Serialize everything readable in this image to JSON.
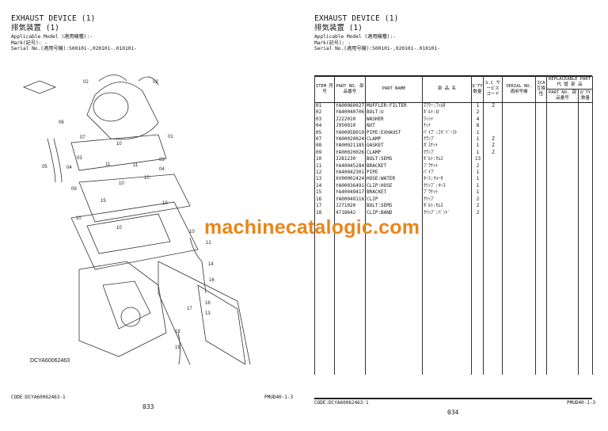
{
  "left_page": {
    "title_en": "EXHAUST DEVICE (1)",
    "title_jp": "排気装置 (1)",
    "applicable_model": "Applicable Model (適用機種):-",
    "mark": "Mark(記号): -",
    "serial": "Serial No.(適用号機):500101-,020101-.010101-",
    "diagram_code": "DCYA60062463",
    "code": "CODE:DCYA60062463-1",
    "model_ref": "PMUD40-1-3",
    "page_number": "033",
    "callouts": [
      "02",
      "02",
      "06",
      "07",
      "01",
      "10",
      "05",
      "03",
      "04",
      "11",
      "11",
      "03",
      "04",
      "10",
      "10",
      "09",
      "15",
      "10",
      "10",
      "10",
      "10",
      "12",
      "14",
      "16",
      "17",
      "16",
      "13",
      "18",
      "19"
    ]
  },
  "right_page": {
    "title_en": "EXHAUST DEVICE (1)",
    "title_jp": "排気装置 (1)",
    "applicable_model": "Applicable Model (適用機種):-",
    "mark": "Mark(記号): -",
    "serial": "Serial No.(適用号機):500101-,020101-.010101-",
    "code": "CODE:DCYA60062463-1",
    "model_ref": "PMUD40-1-3",
    "page_number": "034",
    "headers": {
      "item": "ITEM 符号",
      "part_no": "PART NO. 部品番号",
      "part_name": "PART NAME",
      "jp_name": "部 品 名",
      "qty": "Q'TY 数量",
      "sc": "S.C サービス コード",
      "serial": "SERIAL NO. 適用号機",
      "ica": "ICA 互換性",
      "replaceable": "REPLACEABLE PART 代 替 部 品",
      "rep_part_no": "PART NO. 部品番号",
      "rep_qty": "Q'TY 数量"
    },
    "rows": [
      {
        "item": "01",
        "part_no": "YA00060027",
        "name": "MUFFLER:FILTER",
        "jp": "ﾏﾌﾗｰ:ﾌｨﾙﾀ",
        "qty": "1",
        "sc": "Z"
      },
      {
        "item": "02",
        "part_no": "YA40040706",
        "name": "BOLT:U",
        "jp": "ﾎﾞﾙﾄ:U",
        "qty": "2",
        "sc": ""
      },
      {
        "item": "03",
        "part_no": "J222010",
        "name": "WASHER",
        "jp": "ﾜｯｼｬ",
        "qty": "4",
        "sc": ""
      },
      {
        "item": "04",
        "part_no": "J950010",
        "name": "NUT",
        "jp": "ﾅｯﾄ",
        "qty": "8",
        "sc": ""
      },
      {
        "item": "05",
        "part_no": "YA00058919",
        "name": "PIPE:EXHAUST",
        "jp": "ﾊﾟｲﾌﾟ:ｴｷﾞｿﾞｰｽﾄ",
        "qty": "1",
        "sc": ""
      },
      {
        "item": "07",
        "part_no": "YA00020024",
        "name": "CLAMP",
        "jp": "ｸﾗﾝﾌﾟ",
        "qty": "1",
        "sc": "Z"
      },
      {
        "item": "08",
        "part_no": "YA00021185",
        "name": "GASKET",
        "jp": "ｶﾞｽｹｯﾄ",
        "qty": "1",
        "sc": "Z"
      },
      {
        "item": "09",
        "part_no": "YA00020026",
        "name": "CLAMP",
        "jp": "ｸﾗﾝﾌﾟ",
        "qty": "1",
        "sc": "Z"
      },
      {
        "item": "10",
        "part_no": "J281230",
        "name": "BOLT:SEMS",
        "jp": "ﾎﾞﾙﾄ:ｾﾑｽ",
        "qty": "13",
        "sc": ""
      },
      {
        "item": "11",
        "part_no": "YA40045284",
        "name": "BRACKET",
        "jp": "ﾌﾞﾗｹｯﾄ",
        "qty": "2",
        "sc": ""
      },
      {
        "item": "12",
        "part_no": "YA40042301",
        "name": "PIPE",
        "jp": "ﾊﾟｲﾌﾟ",
        "qty": "1",
        "sc": ""
      },
      {
        "item": "13",
        "part_no": "XV00002424",
        "name": "HOSE:WATER",
        "jp": "ﾎｰｽ:ｳｫｰﾀ",
        "qty": "1",
        "sc": ""
      },
      {
        "item": "14",
        "part_no": "YA00036491",
        "name": "CLIP:HOSE",
        "jp": "ｸﾘｯﾌﾟ:ﾎｰｽ",
        "qty": "1",
        "sc": ""
      },
      {
        "item": "15",
        "part_no": "YA40049417",
        "name": "BRACKET",
        "jp": "ﾌﾞﾗｹｯﾄ",
        "qty": "1",
        "sc": ""
      },
      {
        "item": "16",
        "part_no": "YA00049116",
        "name": "CLIP",
        "jp": "ｸﾘｯﾌﾟ",
        "qty": "2",
        "sc": ""
      },
      {
        "item": "17",
        "part_no": "J271020",
        "name": "BOLT:SEMS",
        "jp": "ﾎﾞﾙﾄ:ｾﾑｽ",
        "qty": "2",
        "sc": ""
      },
      {
        "item": "18",
        "part_no": "4718642",
        "name": "CLIP:BAND",
        "jp": "ｸﾘｯﾌﾟ:ﾊﾞﾝﾄﾞ",
        "qty": "2",
        "sc": ""
      }
    ]
  },
  "watermark": "machinecatalogic.com"
}
